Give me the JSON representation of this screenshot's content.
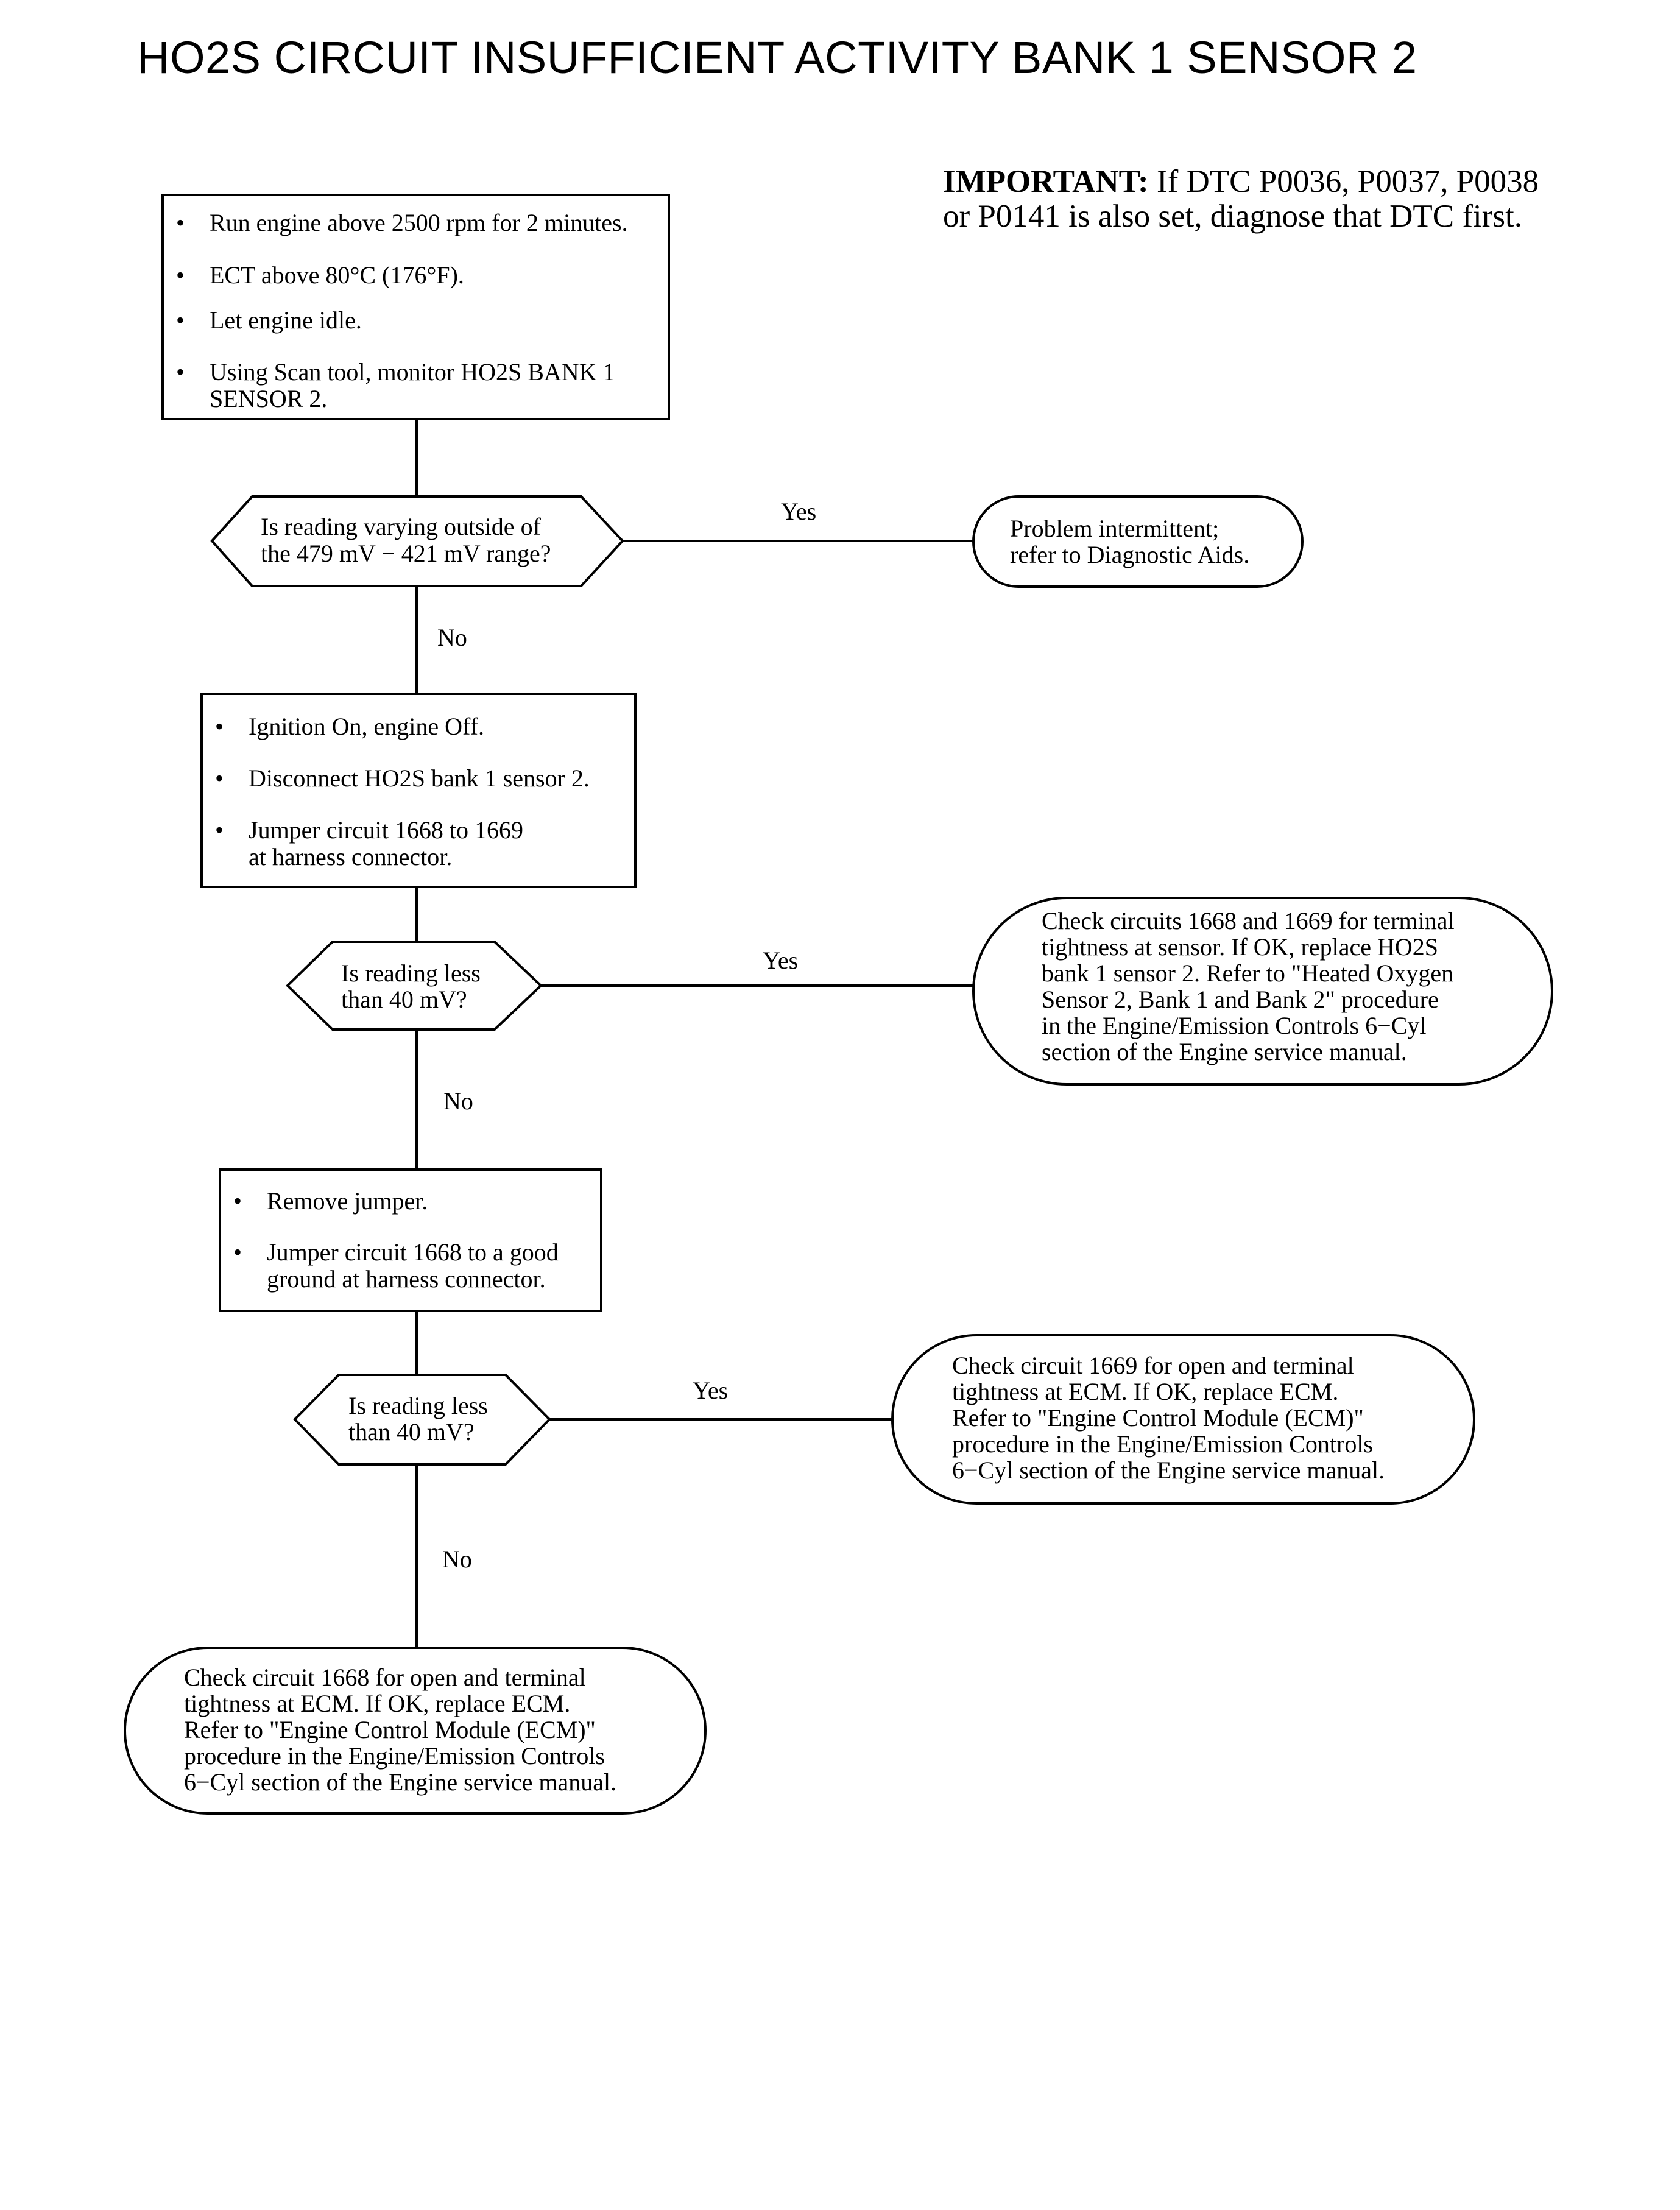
{
  "title": "HO2S CIRCUIT INSUFFICIENT ACTIVITY BANK 1 SENSOR 2",
  "important": {
    "label": "IMPORTANT:",
    "line1": "If DTC P0036, P0037, P0038",
    "line2": "or P0141 is also set, diagnose that DTC first."
  },
  "step1": {
    "items": [
      [
        "Run engine  above 2500 rpm for 2 minutes."
      ],
      [
        "ECT above 80°C (176°F)."
      ],
      [
        "Let engine idle."
      ],
      [
        "Using Scan tool, monitor HO2S BANK 1",
        "SENSOR 2."
      ]
    ]
  },
  "decision1": {
    "lines": [
      "Is reading varying outside of",
      "the 479 mV − 421 mV range?"
    ],
    "yes": "Yes",
    "no": "No"
  },
  "result1": {
    "lines": [
      "Problem intermittent;",
      "refer to Diagnostic Aids."
    ]
  },
  "step2": {
    "items": [
      [
        "Ignition On, engine Off."
      ],
      [
        "Disconnect HO2S bank 1 sensor 2."
      ],
      [
        "Jumper circuit 1668 to 1669",
        "at harness connector."
      ]
    ]
  },
  "decision2": {
    "lines": [
      "Is reading less",
      "than 40 mV?"
    ],
    "yes": "Yes",
    "no": "No"
  },
  "result2": {
    "lines": [
      "Check circuits 1668 and 1669 for terminal",
      "tightness at sensor. If OK, replace HO2S",
      "bank 1 sensor 2. Refer to \"Heated Oxygen",
      "Sensor 2, Bank 1 and Bank 2\" procedure",
      "in the Engine/Emission Controls 6−Cyl",
      "section of the Engine service manual."
    ]
  },
  "step3": {
    "items": [
      [
        "Remove jumper."
      ],
      [
        "Jumper circuit 1668 to a good",
        "ground at harness connector."
      ]
    ]
  },
  "decision3": {
    "lines": [
      "Is reading less",
      "than 40 mV?"
    ],
    "yes": "Yes",
    "no": "No"
  },
  "result3": {
    "lines": [
      "Check circuit 1669 for open and terminal",
      "tightness at ECM. If OK, replace ECM.",
      "Refer to \"Engine Control Module (ECM)\"",
      "procedure in the Engine/Emission Controls",
      "6−Cyl section of the Engine service manual."
    ]
  },
  "result4": {
    "lines": [
      "Check circuit 1668 for open and terminal",
      "tightness at ECM. If OK, replace ECM.",
      "Refer to \"Engine Control Module (ECM)\"",
      "procedure in the Engine/Emission Controls",
      "6−Cyl section of the Engine service manual."
    ]
  }
}
